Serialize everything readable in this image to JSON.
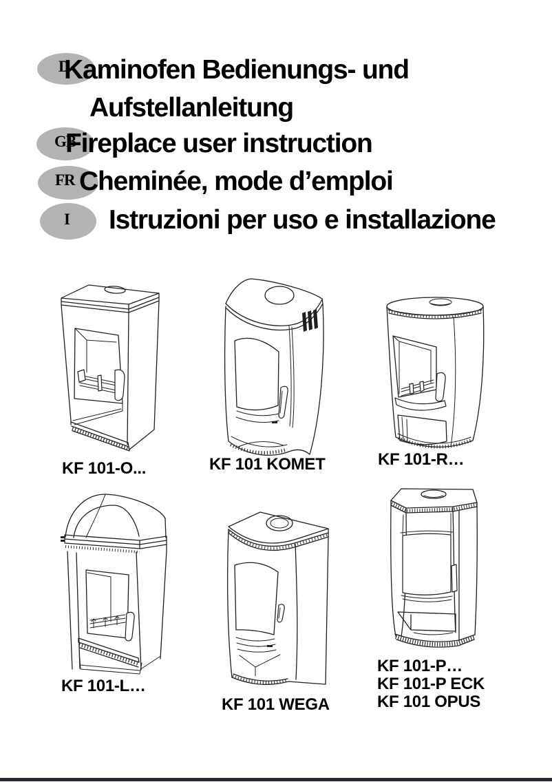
{
  "page": {
    "background": "#ffffff",
    "badge_color": "#b3b3b3",
    "footer_bar_color": "#25282c",
    "text_color": "#000000"
  },
  "header": {
    "entries": [
      {
        "badge": "D",
        "line1": "Kaminofen Bedienungs- und",
        "line2": "Aufstellanleitung"
      },
      {
        "badge": "GB",
        "line1": "Fireplace user instruction"
      },
      {
        "badge": "FR",
        "line1": "Cheminée, mode d’emploi"
      },
      {
        "badge": "I",
        "line1": "Istruzioni per uso e installazione"
      }
    ]
  },
  "figures": {
    "fig1": {
      "caption": "KF 101-O..."
    },
    "fig2": {
      "caption": "KF 101 KOMET"
    },
    "fig3": {
      "caption": "KF 101-R…"
    },
    "fig4": {
      "caption": "KF 101-L…"
    },
    "fig5": {
      "caption": "KF 101 WEGA"
    },
    "fig6": {
      "caption_line1": "KF 101-P…",
      "caption_line2": "KF 101-P ECK",
      "caption_line3": "KF 101 OPUS"
    }
  }
}
